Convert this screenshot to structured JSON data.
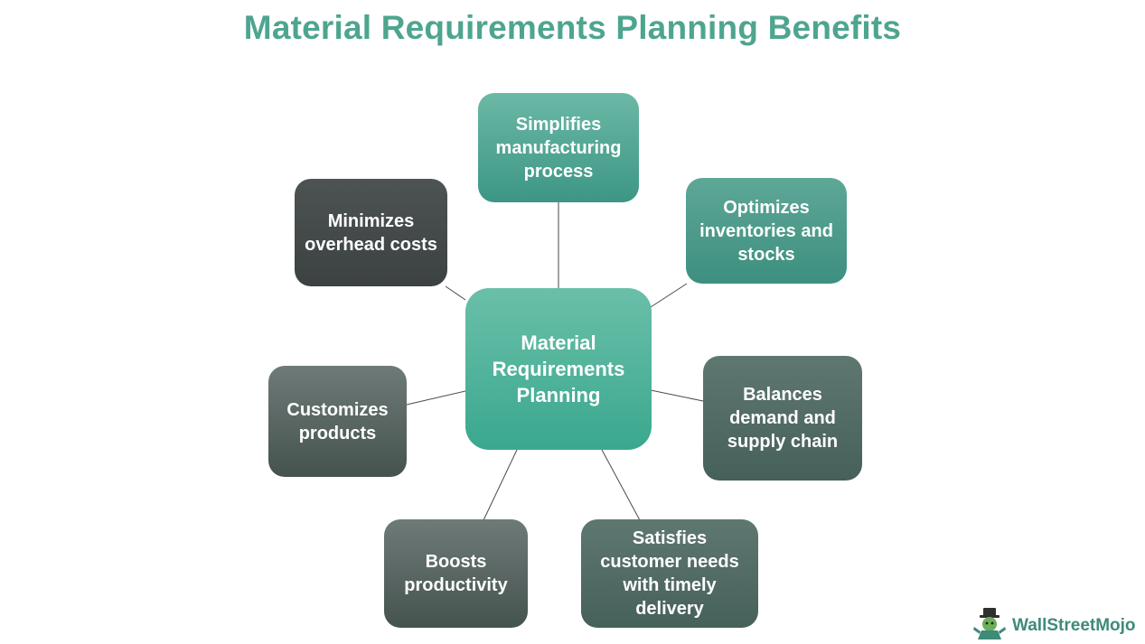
{
  "title": "Material Requirements Planning Benefits",
  "center": "Material Requirements Planning",
  "benefits": [
    "Simplifies manufacturing process",
    "Optimizes inventories and stocks",
    "Balances demand and supply chain",
    "Satisfies customer needs with timely delivery",
    "Boosts productivity",
    "Customizes products",
    "Minimizes overhead costs"
  ],
  "logo": {
    "text": "WallStreetMojo",
    "icon": "mascot-icon"
  },
  "colors": {
    "title": "#4ea58f",
    "teal": "#4aa08c",
    "slate": "#4b5855",
    "connector": "#4a4a4a"
  }
}
